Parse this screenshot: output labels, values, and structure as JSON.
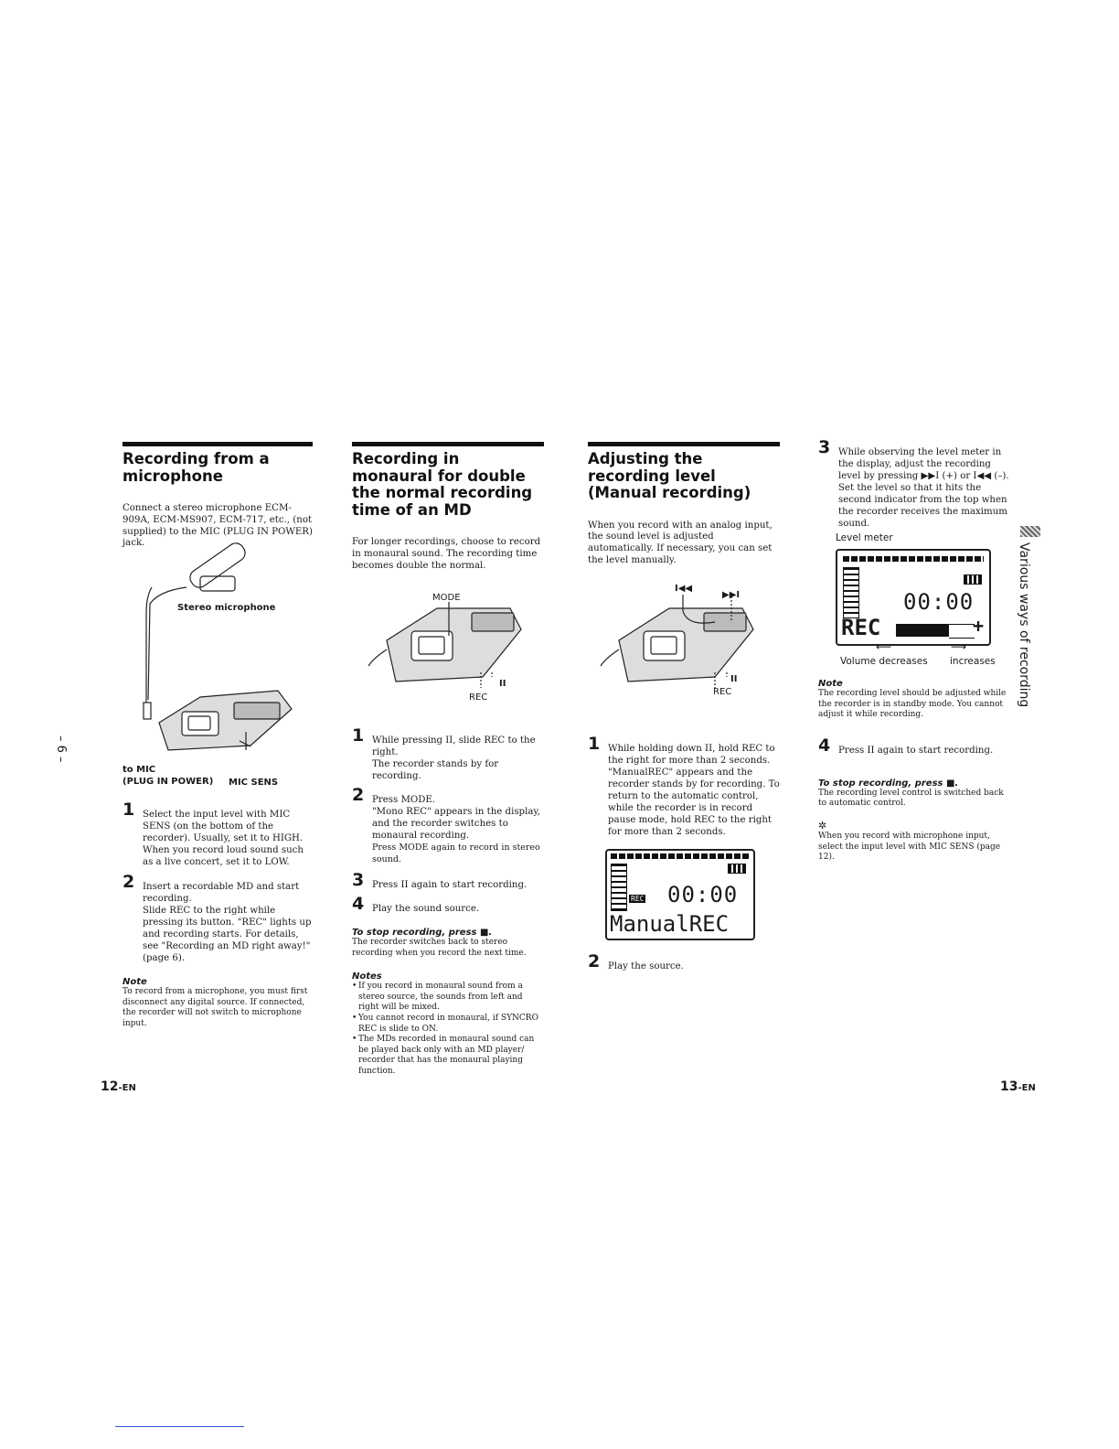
{
  "side_page_number": "– 6 –",
  "side_tab": "Various ways of recording",
  "footer": {
    "left_page": "12",
    "left_suffix": "-EN",
    "right_page": "13",
    "right_suffix": "-EN"
  },
  "col1": {
    "title": "Recording from a microphone",
    "intro": "Connect a stereo microphone ECM-909A, ECM-MS907, ECM-717, etc., (not supplied) to the MIC (PLUG IN POWER) jack.",
    "fig_labels": {
      "stereo_mic": "Stereo microphone",
      "to_mic": "to MIC",
      "plug": "(PLUG IN POWER)",
      "mic_sens": "MIC SENS"
    },
    "steps": [
      {
        "num": "1",
        "text": "Select the input level with MIC SENS (on the bottom of the recorder). Usually, set it to HIGH. When you record loud sound such as a live concert, set it to LOW."
      },
      {
        "num": "2",
        "text": "Insert a recordable MD and start recording.",
        "sub": "Slide REC to the right while pressing its button. \"REC\" lights up and recording starts. For details, see \"Recording an MD right away!\" (page 6)."
      }
    ],
    "note_title": "Note",
    "note": "To record from a microphone, you must first disconnect any digital source. If connected, the recorder will not switch to microphone input."
  },
  "col2": {
    "title": "Recording in monaural for double the normal recording time of an MD",
    "intro": "For longer recordings, choose to record in monaural sound. The recording time becomes double the normal.",
    "fig_labels": {
      "mode": "MODE",
      "pause": "II",
      "rec": "REC"
    },
    "steps": [
      {
        "num": "1",
        "text": "While pressing II, slide REC to the right.",
        "sub": "The recorder stands by for recording."
      },
      {
        "num": "2",
        "text": "Press MODE.",
        "sub": "\"Mono REC\" appears in the display, and the recorder switches to monaural recording.",
        "sub2": "Press MODE again to record in stereo sound."
      },
      {
        "num": "3",
        "text": "Press II again to start recording."
      },
      {
        "num": "4",
        "text": "Play the sound source."
      }
    ],
    "stop_title": "To stop recording, press ■.",
    "stop_text": "The recorder switches back to stereo recording when you record the next time.",
    "notes_title": "Notes",
    "notes": [
      "If you record in monaural sound from a stereo source, the sounds from left and right will be mixed.",
      "You cannot record in monaural, if SYNCRO REC is slide to ON.",
      "The MDs recorded in monaural sound can be played back only with an MD player/ recorder that has the monaural playing function."
    ]
  },
  "col3": {
    "title_1": "Adjusting the recording level",
    "title_2": "(Manual recording)",
    "intro": "When you record with an analog input, the sound level is adjusted automatically. If necessary, you can set the level manually.",
    "fig_labels": {
      "prev": "I◀◀",
      "next": "▶▶I",
      "pause": "II",
      "rec": "REC"
    },
    "steps": [
      {
        "num": "1",
        "text": "While holding down II, hold REC to the right for more than 2 seconds.",
        "sub": "\"ManualREC\" appears and the recorder stands by for recording. To return to the automatic control, while the recorder is in record pause mode, hold REC to the right for more than 2 seconds."
      },
      {
        "num": "2",
        "text": "Play the source."
      }
    ],
    "display": {
      "time": "00:00",
      "rec_badge": "REC",
      "mode_text": "ManualREC"
    }
  },
  "col4": {
    "steps": [
      {
        "num": "3",
        "text": "While observing the level meter in the display, adjust the recording level by pressing ▶▶I (+) or I◀◀ (–).",
        "sub": "Set the level so that it hits the second indicator from the top when the recorder receives the maximum sound."
      },
      {
        "num": "4",
        "text": "Press II again to start recording."
      }
    ],
    "level_meter_label": "Level meter",
    "display": {
      "time": "00:00",
      "rec_text": "REC",
      "plus": "+"
    },
    "vol_dec": "Volume decreases",
    "vol_inc": "increases",
    "note_title": "Note",
    "note": "The recording level should be adjusted while the recorder is in standby mode. You cannot adjust it while recording.",
    "stop_title": "To stop recording, press ■.",
    "stop_text": "The recording level control is switched back to automatic control.",
    "tip_icon": "lightbulb-icon",
    "tip": "When you record with microphone input, select the input level with MIC SENS (page 12)."
  }
}
